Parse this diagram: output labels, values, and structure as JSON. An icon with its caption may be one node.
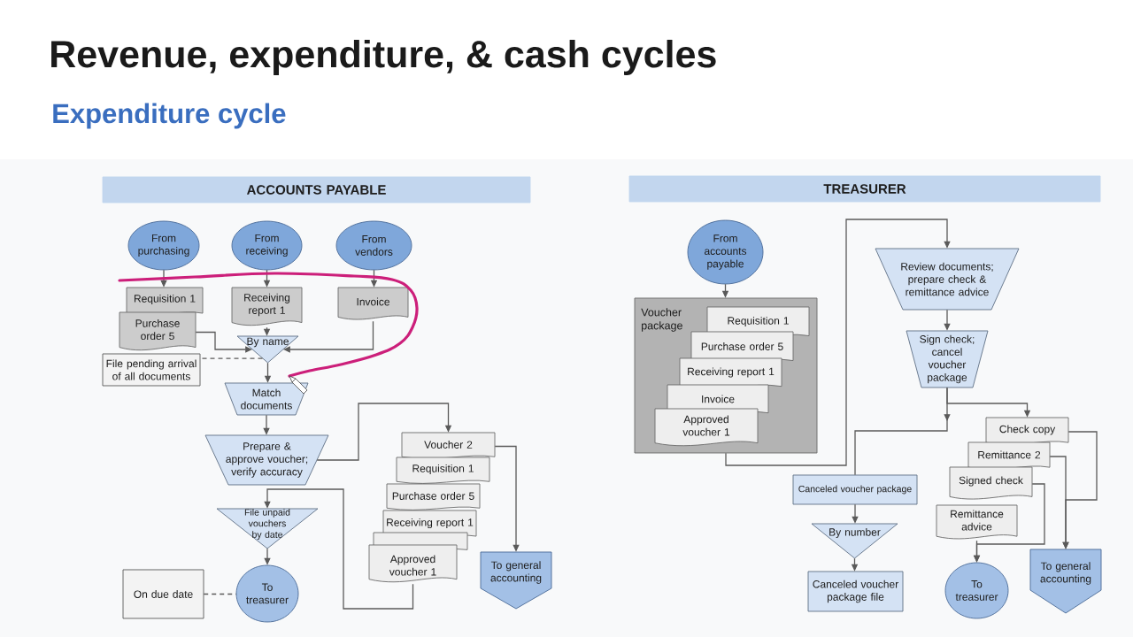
{
  "diagram": {
    "title": "Revenue, expenditure, & cash cycles",
    "nodes": [
      {
        "text": [
          "ACCOUNTS PAYABLE"
        ]
      },
      {
        "text": [
          "From purchasing"
        ]
      },
      {
        "text": [
          "From receiving"
        ]
      },
      {
        "text": [
          "From vendors"
        ]
      },
      {
        "text": [
          "Requisition 1"
        ]
      },
      {
        "text": [
          "Purchase order 5"
        ]
      },
      {
        "text": [
          "Receiving report 1"
        ]
      },
      {
        "text": [
          "Invoice"
        ]
      },
      {
        "text": [
          "By name"
        ]
      },
      {
        "text": [
          "File pending arrival of all documents"
        ]
      },
      {
        "text": [
          "Match documents"
        ]
      },
      {
        "text": [
          "Prepare & approve voucher; verify accuracy"
        ]
      },
      {
        "text": [
          "File unpaid vouchers by date"
        ]
      },
      {
        "text": [
          "To treasurer"
        ]
      },
      {
        "text": [
          "On due date"
        ]
      },
      {
        "text": [
          "Voucher 2"
        ]
      },
      {
        "text": [
          "Requisition 1"
        ]
      },
      {
        "text": [
          "Purchase order 5"
        ]
      },
      {
        "text": [
          "Receiving report 1"
        ]
      },
      {
        "text": [],
        "shape": "document"
      },
      {
        "text": [
          "Approved voucher 1"
        ]
      },
      {
        "text": [
          "To general accounting"
        ]
      },
      {
        "text": [
          "TREASURER"
        ]
      },
      {
        "text": [
          "From accounts payable"
        ]
      },
      {
        "text": [
          "Voucher package"
        ]
      },
      {
        "text": [
          "Requisition 1"
        ],
        "in": 24
      },
      {
        "text": [
          "Purchase order 5"
        ],
        "in": 24
      },
      {
        "text": [
          "Receiving report 1"
        ],
        "in": 24
      },
      {
        "text": [
          "Invoice"
        ],
        "in": 24
      },
      {
        "text": [
          "Approved voucher 1"
        ],
        "in": 24
      },
      {
        "text": [
          "Review documents; prepare check & remittance advice"
        ]
      },
      {
        "text": [
          "Sign check; cancel voucher package"
        ]
      },
      {
        "text": [
          "Canceled voucher package"
        ]
      },
      {
        "text": [
          "By number"
        ]
      },
      {
        "text": [
          "Canceled voucher package file"
        ]
      },
      {
        "text": [
          "Check copy"
        ]
      },
      {
        "text": [
          "Remittance 2"
        ]
      },
      {
        "text": [
          "Signed check"
        ]
      },
      {
        "text": [
          "Remittance advice"
        ]
      },
      {
        "text": [
          "To treasurer"
        ]
      },
      {
        "text": [
          "To general accounting"
        ]
      }
    ],
    "edges": [
      {
        "from": 1,
        "to": 4,
        "arrow": "to"
      },
      {
        "from": 2,
        "to": 6,
        "arrow": "to"
      },
      {
        "from": 3,
        "to": 7,
        "arrow": "to"
      },
      {
        "from": 5,
        "to": 8,
        "arrow": "to"
      },
      {
        "from": 6,
        "to": 8,
        "arrow": "to"
      },
      {
        "from": 7,
        "to": 8,
        "arrow": "to"
      },
      {
        "from": 8,
        "to": 9,
        "arrow": "none",
        "style": "dashed"
      },
      {
        "from": 8,
        "to": 10,
        "arrow": "to"
      },
      {
        "from": 10,
        "to": 11,
        "arrow": "to"
      },
      {
        "from": 11,
        "to": 15,
        "arrow": "to"
      },
      {
        "from": 15,
        "to": 21,
        "arrow": "to"
      },
      {
        "from": 20,
        "to": 12,
        "arrow": "to"
      },
      {
        "from": 12,
        "to": 13,
        "arrow": "to"
      },
      {
        "from": 14,
        "to": 13,
        "arrow": "none",
        "style": "dashed"
      },
      {
        "from": 23,
        "to": 24,
        "arrow": "to"
      },
      {
        "from": 24,
        "to": 30,
        "arrow": "to"
      },
      {
        "from": 30,
        "to": 31,
        "arrow": "to"
      },
      {
        "from": 31,
        "to": 32,
        "arrow": "to"
      },
      {
        "from": 31,
        "to": 35,
        "arrow": "to"
      },
      {
        "from": 32,
        "to": 33,
        "arrow": "to"
      },
      {
        "from": 33,
        "to": 34,
        "arrow": "to"
      },
      {
        "from": 35,
        "to": 40,
        "arrow": "to"
      },
      {
        "from": 36,
        "to": 40,
        "arrow": "to"
      },
      {
        "from": 37,
        "to": 39,
        "arrow": "to"
      },
      {
        "from": 38,
        "to": 39,
        "arrow": "to"
      }
    ],
    "labels": [
      "Expenditure cycle"
    ]
  }
}
